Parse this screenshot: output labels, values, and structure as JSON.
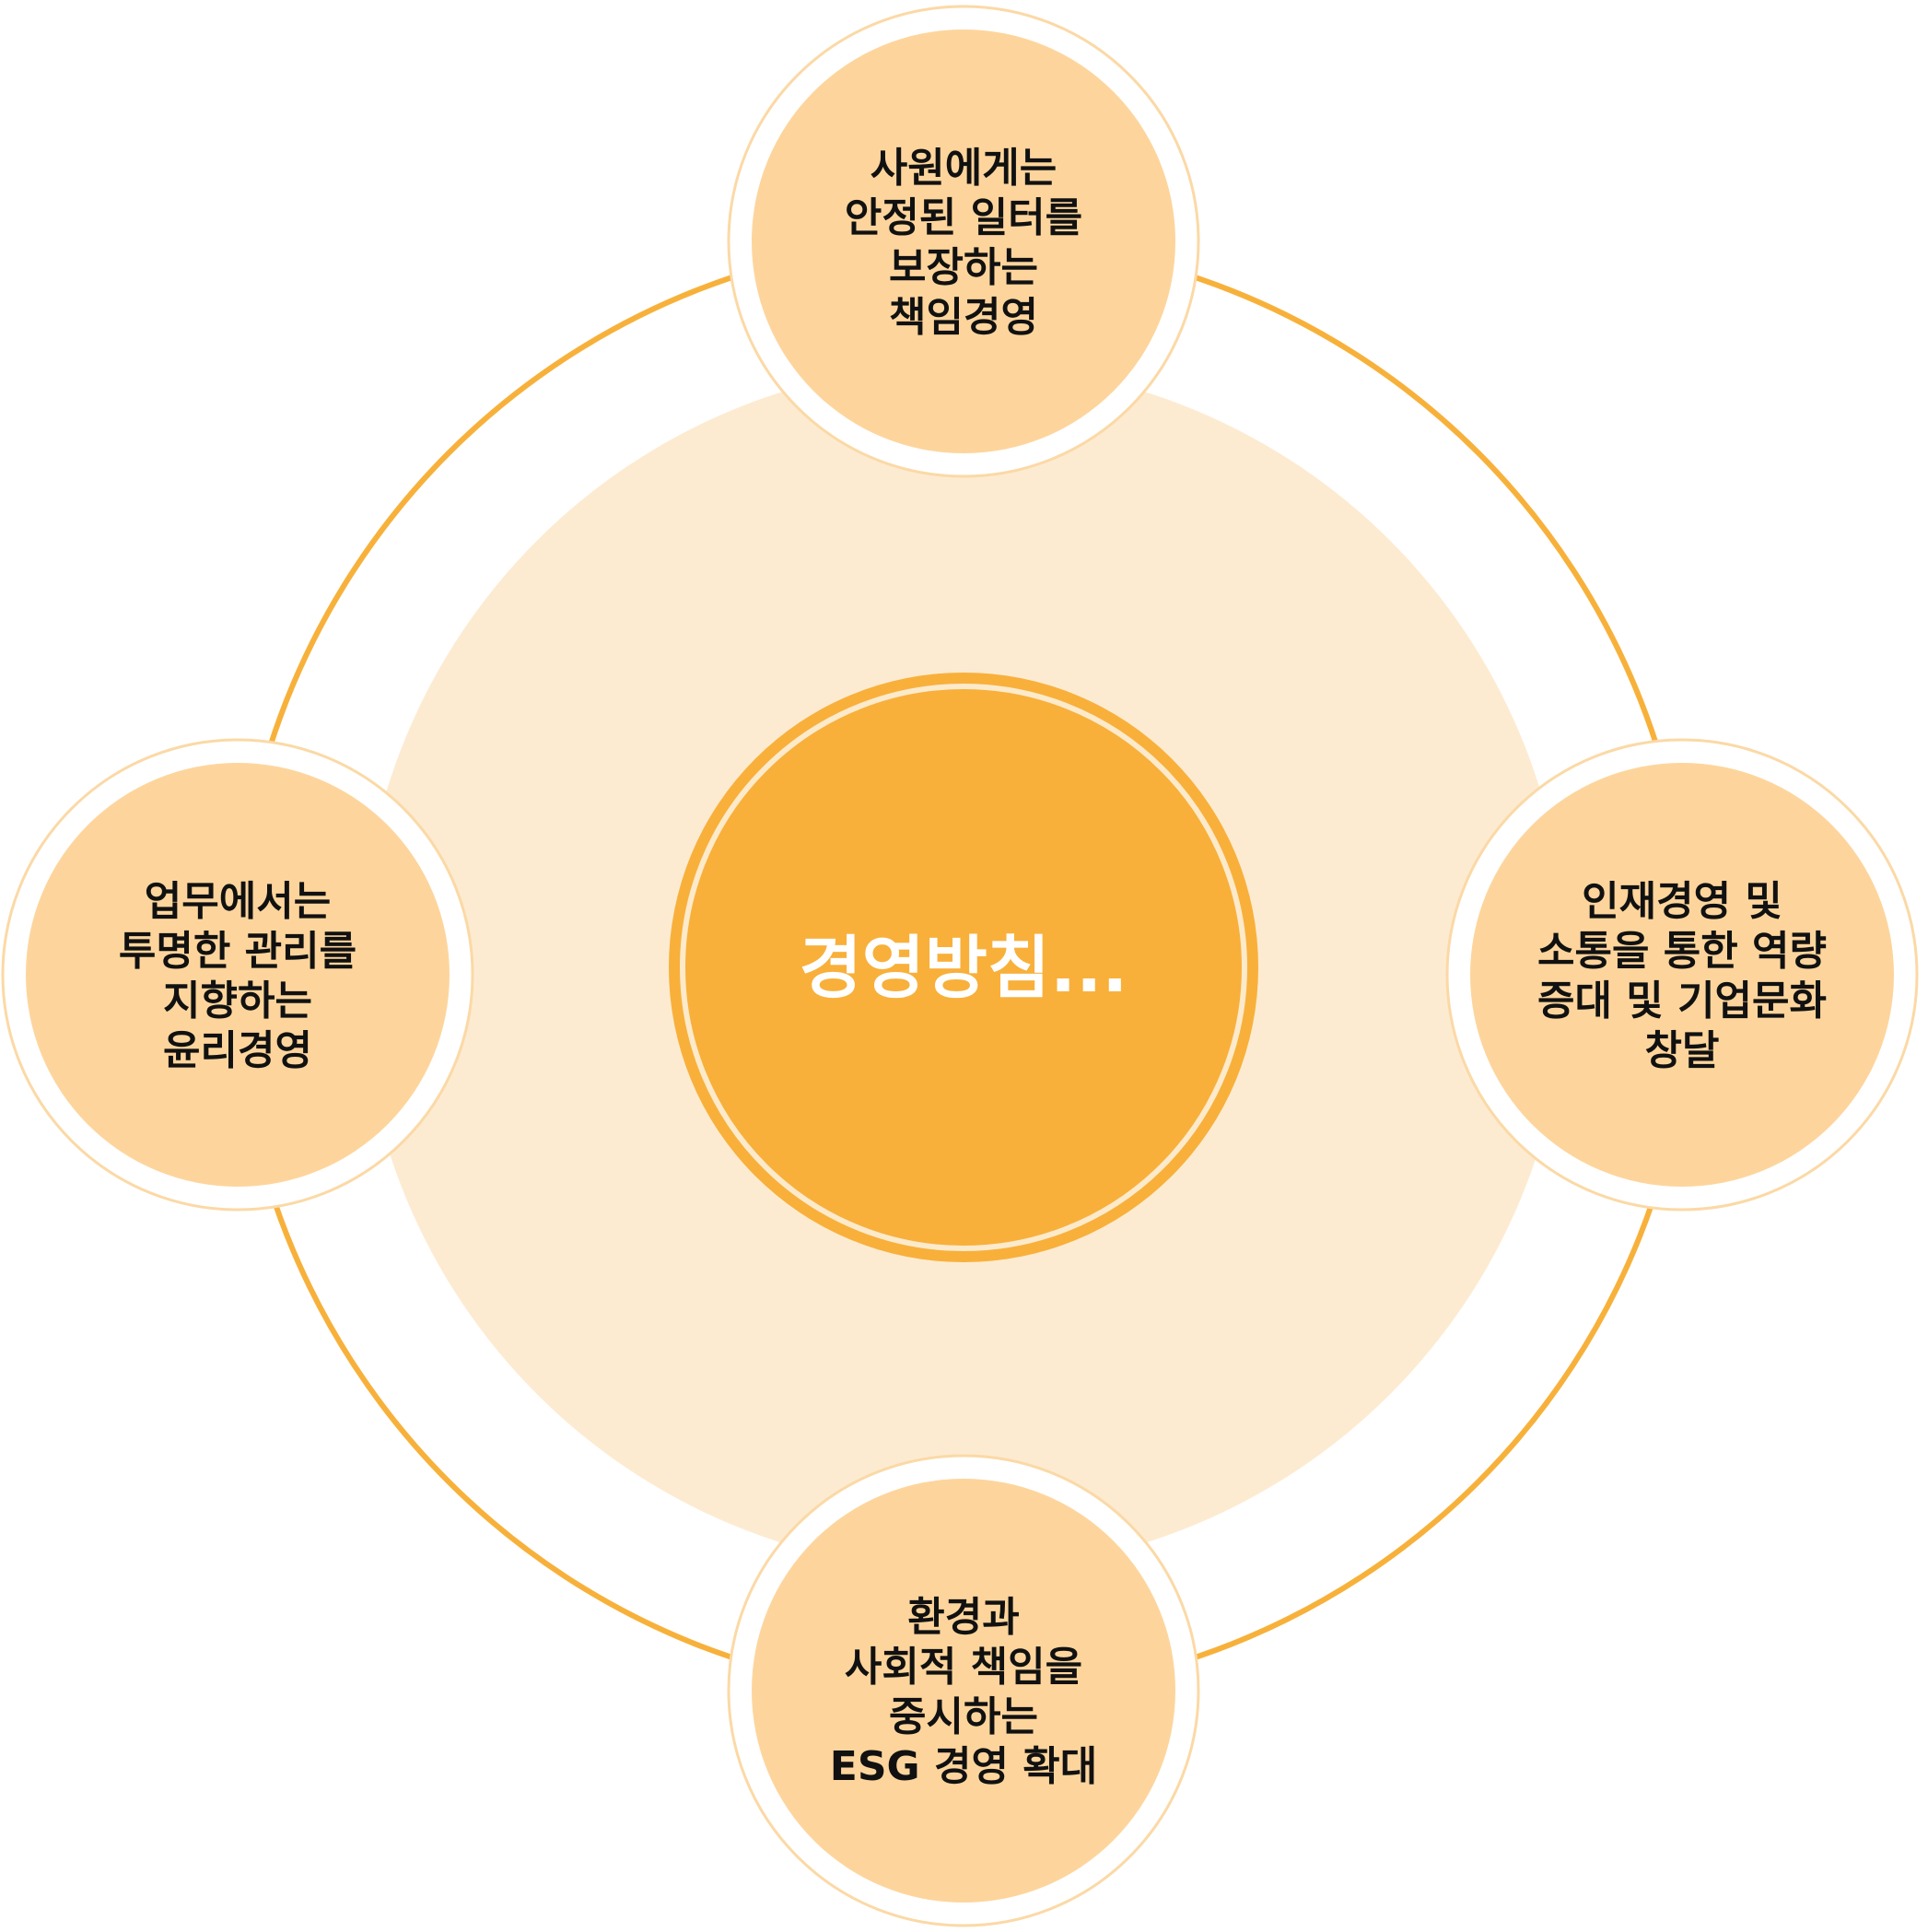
{
  "colors": {
    "ring": "#F7B13B",
    "background_disc": "#FDEBD1",
    "center_fill": "#F8B03B",
    "center_inner_ring": "#FCEACB",
    "satellite_fill": "#FDD59C",
    "satellite_border": "#FBD9A6",
    "text_dark": "#111111",
    "text_light": "#FFFFFF"
  },
  "center": {
    "label": "경영방침..."
  },
  "nodes": [
    {
      "id": "top",
      "lines": [
        "사원에게는",
        "안정된 일터를",
        "보장하는",
        "책임경영"
      ]
    },
    {
      "id": "right",
      "lines": [
        "인재경영 및",
        "소통을 통한 역량",
        "증대 및 기업문화",
        "창달"
      ]
    },
    {
      "id": "bottom",
      "lines": [
        "환경과",
        "사회적 책임을",
        "중시하는",
        "ESG 경영 확대"
      ]
    },
    {
      "id": "left",
      "lines": [
        "업무에서는",
        "투명한 관리를",
        "지향하는",
        "윤리경영"
      ]
    }
  ]
}
